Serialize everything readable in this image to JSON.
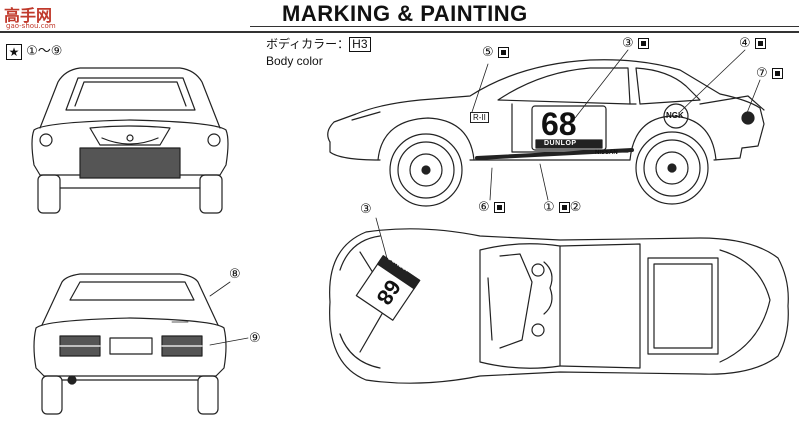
{
  "header": {
    "title": "MARKING & PAINTING",
    "logo": "高手网",
    "logo_url": "gao-shou.com"
  },
  "legend": {
    "star": "★",
    "range": "①～⑨"
  },
  "body_color": {
    "label_jp": "ボディカラー：",
    "code": "H",
    "number": "3",
    "label_en": "Body color"
  },
  "decals": {
    "race_number": "68",
    "sponsor": "DUNLOP",
    "brand": "NISSAN",
    "plug": "NGK",
    "fender_badge": "R-II"
  },
  "callouts": [
    {
      "id": "c5",
      "label": "⑤"
    },
    {
      "id": "c3-side",
      "label": "③"
    },
    {
      "id": "c4",
      "label": "④"
    },
    {
      "id": "c7",
      "label": "⑦"
    },
    {
      "id": "c6",
      "label": "⑥"
    },
    {
      "id": "c1-2",
      "label": "①",
      "label2": "②"
    },
    {
      "id": "c3-top",
      "label": "③"
    },
    {
      "id": "c8",
      "label": "⑧"
    },
    {
      "id": "c9",
      "label": "⑨"
    }
  ],
  "colors": {
    "line": "#222222",
    "shade": "#555555",
    "logo": "#c0392b"
  }
}
